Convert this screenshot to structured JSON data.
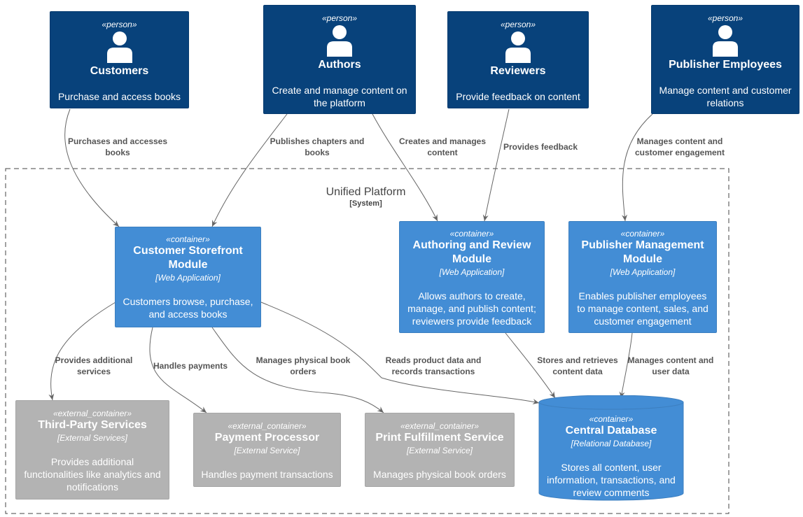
{
  "persons": [
    {
      "stereotype": "«person»",
      "name": "Customers",
      "description": "Purchase and access books"
    },
    {
      "stereotype": "«person»",
      "name": "Authors",
      "description": "Create and manage content on the platform"
    },
    {
      "stereotype": "«person»",
      "name": "Reviewers",
      "description": "Provide feedback on content"
    },
    {
      "stereotype": "«person»",
      "name": "Publisher Employees",
      "description": "Manage content and customer relations"
    }
  ],
  "boundary": {
    "title": "Unified Platform",
    "subtitle": "[System]"
  },
  "containers": [
    {
      "stereotype": "«container»",
      "name": "Customer Storefront Module",
      "technology": "[Web Application]",
      "description": "Customers browse, purchase, and access books"
    },
    {
      "stereotype": "«container»",
      "name": "Authoring and Review Module",
      "technology": "[Web Application]",
      "description": "Allows authors to create, manage, and publish content; reviewers provide feedback"
    },
    {
      "stereotype": "«container»",
      "name": "Publisher Management Module",
      "technology": "[Web Application]",
      "description": "Enables publisher employees to manage content, sales, and customer engagement"
    }
  ],
  "database": {
    "stereotype": "«container»",
    "name": "Central Database",
    "technology": "[Relational Database]",
    "description": "Stores all content, user information, transactions, and review comments"
  },
  "externals": [
    {
      "stereotype": "«external_container»",
      "name": "Third-Party Services",
      "technology": "[External Services]",
      "description": "Provides additional functionalities like analytics and notifications"
    },
    {
      "stereotype": "«external_container»",
      "name": "Payment Processor",
      "technology": "[External Service]",
      "description": "Handles payment transactions"
    },
    {
      "stereotype": "«external_container»",
      "name": "Print Fulfillment Service",
      "technology": "[External Service]",
      "description": "Manages physical book orders"
    }
  ],
  "relationships": [
    {
      "label": "Purchases and accesses books"
    },
    {
      "label": "Publishes chapters and books"
    },
    {
      "label": "Creates and manages content"
    },
    {
      "label": "Provides feedback"
    },
    {
      "label": "Manages content and customer engagement"
    },
    {
      "label": "Provides additional services"
    },
    {
      "label": "Handles payments"
    },
    {
      "label": "Manages physical book orders"
    },
    {
      "label": "Reads product data and records transactions"
    },
    {
      "label": "Stores and retrieves content data"
    },
    {
      "label": "Manages content and user data"
    }
  ],
  "colors": {
    "person": "#08427b",
    "container": "#438dd5",
    "external": "#b3b3b3",
    "arrow": "#666666",
    "boundary": "#444444"
  }
}
